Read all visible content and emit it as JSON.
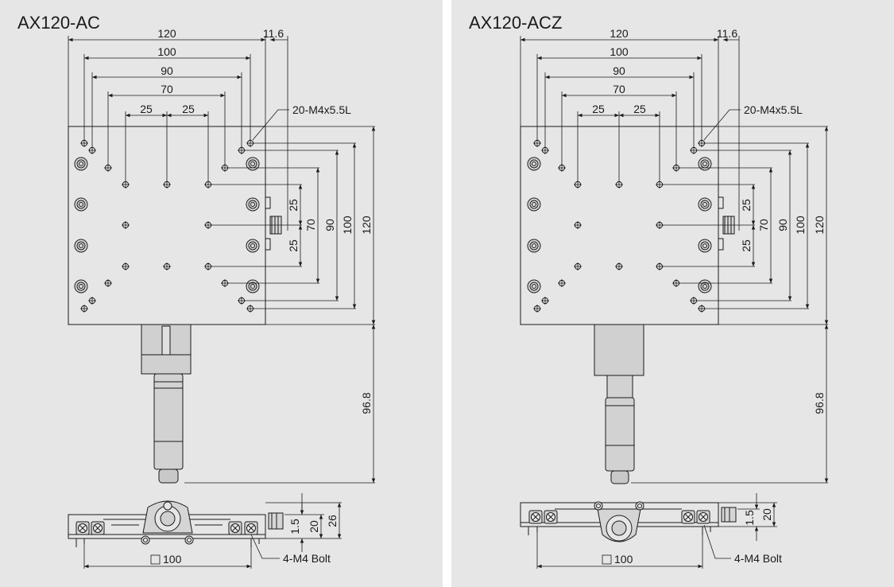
{
  "left": {
    "title": "AX120-AC",
    "dims": {
      "top_120": "120",
      "top_11_6": "11.6",
      "top_100": "100",
      "top_90": "90",
      "top_70": "70",
      "top_25a": "25",
      "top_25b": "25",
      "right_25a": "25",
      "right_25b": "25",
      "right_70": "70",
      "right_90": "90",
      "right_100": "100",
      "right_120": "120",
      "right_96_8": "96.8",
      "side_1_5": "1.5",
      "side_20": "20",
      "side_26": "26",
      "bottom_100": "100"
    },
    "labels": {
      "tap": "20-M4x5.5L",
      "bolt": "4-M4 Bolt"
    }
  },
  "right": {
    "title": "AX120-ACZ",
    "dims": {
      "top_120": "120",
      "top_11_6": "11.6",
      "top_100": "100",
      "top_90": "90",
      "top_70": "70",
      "top_25a": "25",
      "top_25b": "25",
      "right_25a": "25",
      "right_25b": "25",
      "right_70": "70",
      "right_90": "90",
      "right_100": "100",
      "right_120": "120",
      "right_96_8": "96.8",
      "side_1_5": "1.5",
      "side_20": "20",
      "bottom_100": "100"
    },
    "labels": {
      "tap": "20-M4x5.5L",
      "bolt": "4-M4 Bolt"
    }
  },
  "colors": {
    "panel_bg": "#e6e6e6",
    "line": "#1a1a1a",
    "part_fill": "#d2d2d2"
  }
}
